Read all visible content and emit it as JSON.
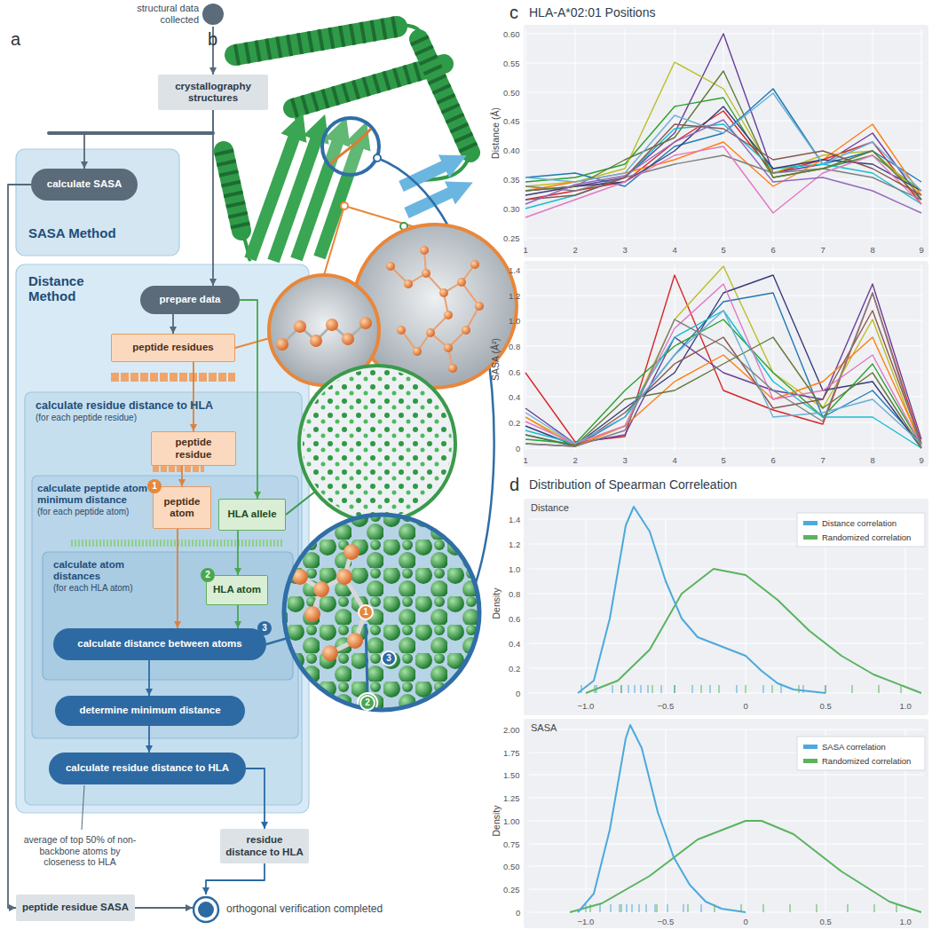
{
  "diagram": {
    "nodes": [
      {
        "text": [
          "structural data collected"
        ]
      },
      {
        "text": [
          "crystallography structures"
        ]
      },
      {
        "text": [
          "SASA Method"
        ]
      },
      {
        "text": [
          "calculate SASA"
        ],
        "in": 2
      },
      {
        "text": [
          "Distance Method"
        ]
      },
      {
        "text": [
          "prepare data"
        ],
        "in": 4
      },
      {
        "text": [
          "peptide residues"
        ],
        "in": 4
      },
      {
        "text": [
          "calculate residue distance to HLA",
          "(for each peptide residue)"
        ],
        "in": 4
      },
      {
        "text": [
          "peptide residue"
        ],
        "in": 7
      },
      {
        "text": [
          "calculate peptide atom minimum distance",
          "(for each peptide atom)"
        ],
        "in": 7
      },
      {
        "text": [
          "peptide atom"
        ],
        "in": 9
      },
      {
        "text": [
          "HLA allele"
        ],
        "in": 9
      },
      {
        "text": [
          "calculate atom distances",
          "(for each HLA atom)"
        ],
        "in": 9
      },
      {
        "text": [
          "HLA atom"
        ],
        "in": 12
      },
      {
        "text": [
          "calculate distance between atoms"
        ],
        "in": 12
      },
      {
        "text": [
          "determine minimum distance"
        ],
        "in": 9
      },
      {
        "text": [
          "calculate residue distance to HLA"
        ],
        "in": 7
      },
      {
        "text": [
          "residue distance to HLA"
        ]
      },
      {
        "text": [
          "peptide residue SASA"
        ]
      },
      {
        "text": [
          "orthogonal verification completed"
        ]
      }
    ],
    "edges": [
      {
        "from": 0,
        "to": 1,
        "arrow": "to"
      },
      {
        "from": 1,
        "to": 3,
        "arrow": "to"
      },
      {
        "from": 1,
        "to": 5,
        "arrow": "to"
      },
      {
        "from": 3,
        "to": 18,
        "arrow": "to"
      },
      {
        "from": 5,
        "to": 6,
        "arrow": "to"
      },
      {
        "from": 5,
        "to": 11,
        "arrow": "to"
      },
      {
        "from": 6,
        "to": 8,
        "arrow": "to"
      },
      {
        "from": 8,
        "to": 10,
        "arrow": "to"
      },
      {
        "from": 10,
        "to": 14,
        "arrow": "to"
      },
      {
        "from": 11,
        "to": 13,
        "arrow": "to"
      },
      {
        "from": 13,
        "to": 14,
        "arrow": "to"
      },
      {
        "from": 14,
        "to": 15,
        "arrow": "to"
      },
      {
        "from": 15,
        "to": 16,
        "arrow": "to"
      },
      {
        "from": 16,
        "to": 17,
        "arrow": "to"
      },
      {
        "from": 17,
        "to": 19,
        "arrow": "to"
      },
      {
        "from": 18,
        "to": 19,
        "arrow": "to"
      }
    ],
    "labels": [
      "a",
      "b",
      "c",
      "d",
      "1",
      "2",
      "3",
      "average of top 50% of non-backbone atoms by closeness to HLA",
      "1",
      "2",
      "3",
      "HLA-A*02:01 Positions",
      "Distance (Å)",
      "0.60",
      "0.55",
      "0.50",
      "0.45",
      "0.40",
      "0.35",
      "0.30",
      "0.25",
      "1",
      "2",
      "3",
      "4",
      "5",
      "6",
      "7",
      "8",
      "9",
      "SASA (Å²)",
      "1.4",
      "1.2",
      "1.0",
      "0.8",
      "0.6",
      "0.4",
      "0.2",
      "0",
      "1",
      "2",
      "3",
      "4",
      "5",
      "6",
      "7",
      "8",
      "9",
      "Distribution of Spearman Correleation",
      "Distance",
      "Density",
      "1.4",
      "1.2",
      "1.0",
      "0.8",
      "0.6",
      "0.4",
      "0.2",
      "0",
      "−1.0",
      "−0.5",
      "0",
      "0.5",
      "1.0",
      "SASA",
      "Density",
      "2.00",
      "1.75",
      "1.50",
      "1.25",
      "1.00",
      "0.75",
      "0.50",
      "0.25",
      "0",
      "−1.0",
      "−0.5",
      "0",
      "0.5",
      "1.0"
    ],
    "legend": [
      {
        "text": "Distance correlation",
        "color": "#4ca9dc"
      },
      {
        "text": "Randomized correlation",
        "color": "#5bb35f"
      },
      {
        "text": "SASA correlation",
        "color": "#4ca9dc"
      },
      {
        "text": "Randomized correlation",
        "color": "#5bb35f"
      }
    ]
  }
}
